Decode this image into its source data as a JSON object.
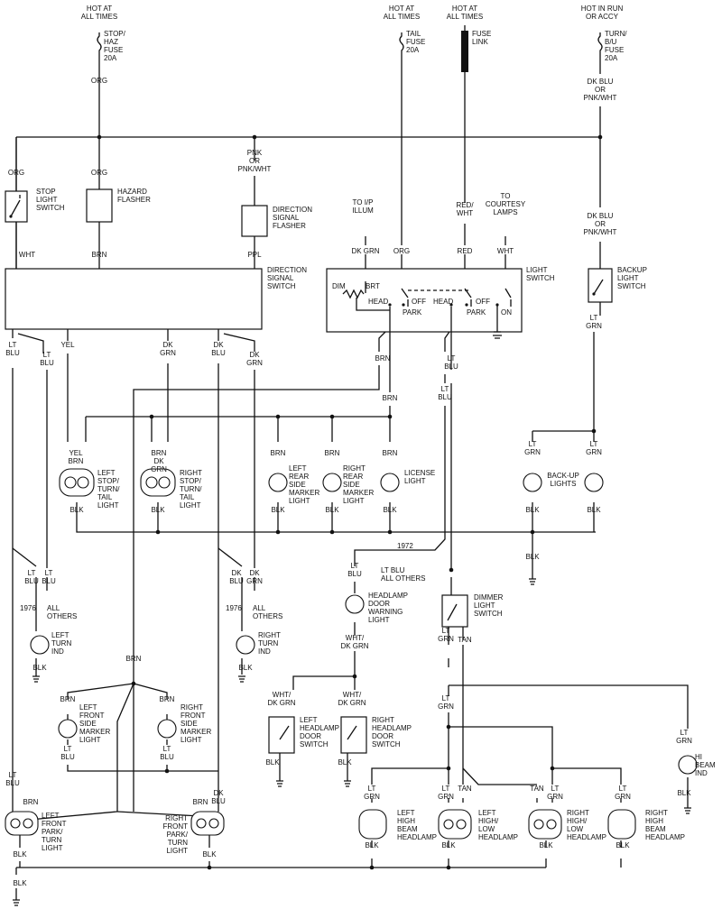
{
  "sources": {
    "hot_all_times_left": [
      "HOT AT",
      "ALL TIMES"
    ],
    "hot_all_times_tail": [
      "HOT AT",
      "ALL TIMES"
    ],
    "hot_all_times_link": [
      "HOT AT",
      "ALL TIMES"
    ],
    "hot_in_run": [
      "HOT IN RUN",
      "OR ACCY"
    ]
  },
  "fuses": {
    "stop_haz": [
      "STOP/",
      "HAZ",
      "FUSE",
      "20A"
    ],
    "tail": [
      "TAIL",
      "FUSE",
      "20A"
    ],
    "fuse_link": [
      "FUSE",
      "LINK"
    ],
    "turn_bu": [
      "TURN/",
      "B/U",
      "FUSE",
      "20A"
    ]
  },
  "components": {
    "stop_light_switch": [
      "STOP",
      "LIGHT",
      "SWITCH"
    ],
    "hazard_flasher": [
      "HAZARD",
      "FLASHER"
    ],
    "direction_signal_flasher": [
      "DIRECTION",
      "SIGNAL",
      "FLASHER"
    ],
    "direction_signal_switch": [
      "DIRECTION",
      "SIGNAL",
      "SWITCH"
    ],
    "light_switch": [
      "LIGHT",
      "SWITCH"
    ],
    "backup_light_switch": [
      "BACKUP",
      "LIGHT",
      "SWITCH"
    ],
    "to_ip_illum": [
      "TO I/P",
      "ILLUM"
    ],
    "to_courtesy": [
      "TO",
      "COURTESY",
      "LAMPS"
    ],
    "left_stop_lamp": [
      "LEFT",
      "STOP/",
      "TURN/",
      "TAIL",
      "LIGHT"
    ],
    "right_stop_lamp": [
      "RIGHT",
      "STOP/",
      "TURN/",
      "TAIL",
      "LIGHT"
    ],
    "left_rear_marker": [
      "LEFT",
      "REAR",
      "SIDE",
      "MARKER",
      "LIGHT"
    ],
    "right_rear_marker": [
      "RIGHT",
      "REAR",
      "SIDE",
      "MARKER",
      "LIGHT"
    ],
    "license_light": [
      "LICENSE",
      "LIGHT"
    ],
    "backup_lights": [
      "BACK-UP",
      "LIGHTS"
    ],
    "left_turn_ind": [
      "LEFT",
      "TURN",
      "IND"
    ],
    "right_turn_ind": [
      "RIGHT",
      "TURN",
      "IND"
    ],
    "headlamp_door_warning": [
      "HEADLAMP",
      "DOOR",
      "WARNING",
      "LIGHT"
    ],
    "dimmer_switch": [
      "DIMMER",
      "LIGHT",
      "SWITCH"
    ],
    "left_front_marker": [
      "LEFT",
      "FRONT",
      "SIDE",
      "MARKER",
      "LIGHT"
    ],
    "right_front_marker": [
      "RIGHT",
      "FRONT",
      "SIDE",
      "MARKER",
      "LIGHT"
    ],
    "left_hl_door_switch": [
      "LEFT",
      "HEADLAMP",
      "DOOR",
      "SWITCH"
    ],
    "right_hl_door_switch": [
      "RIGHT",
      "HEADLAMP",
      "DOOR",
      "SWITCH"
    ],
    "hi_beam_ind": [
      "HI",
      "BEAM",
      "IND"
    ],
    "left_front_park": [
      "LEFT",
      "FRONT",
      "PARK/",
      "TURN",
      "LIGHT"
    ],
    "right_front_park": [
      "RIGHT",
      "FRONT",
      "PARK/",
      "TURN",
      "LIGHT"
    ],
    "left_high_beam": [
      "LEFT",
      "HIGH",
      "BEAM",
      "HEADLAMP"
    ],
    "left_high_low": [
      "LEFT",
      "HIGH/",
      "LOW",
      "HEADLAMP"
    ],
    "right_high_low": [
      "RIGHT",
      "HIGH/",
      "LOW",
      "HEADLAMP"
    ],
    "right_high_beam": [
      "RIGHT",
      "HIGH",
      "BEAM",
      "HEADLAMP"
    ]
  },
  "switch_positions": {
    "dim": "DIM",
    "brt": "BRT",
    "head1": "HEAD",
    "off1": "OFF",
    "park1": "PARK",
    "head2": "HEAD",
    "off2": "OFF",
    "park2": "PARK",
    "on": "ON"
  },
  "notes": {
    "y1972": "1972",
    "lt_blu_all_others": [
      "LT BLU",
      "ALL OTHERS"
    ],
    "y1976_l": "1976",
    "all_others_l": [
      "ALL",
      "OTHERS"
    ],
    "y1976_r": "1976",
    "all_others_r": [
      "ALL",
      "OTHERS"
    ]
  },
  "wires": {
    "org1": "ORG",
    "org2": "ORG",
    "org3": "ORG",
    "org_ls": "ORG",
    "wht": "WHT",
    "brn1": "BRN",
    "pnk": [
      "PNK",
      "OR",
      "PNK/WHT"
    ],
    "ppl": "PPL",
    "dkblu_top": [
      "DK BLU",
      "OR",
      "PNK/WHT"
    ],
    "dkblu_bu": [
      "DK BLU",
      "OR",
      "PNK/WHT"
    ],
    "red_wht": [
      "RED/",
      "WHT"
    ],
    "red": "RED",
    "wht_ct": "WHT",
    "dkgrn_ip": "DK GRN",
    "ltblu1": [
      "LT",
      "BLU"
    ],
    "yel": "YEL",
    "ltblu2": [
      "LT",
      "BLU"
    ],
    "dkgrn1": [
      "DK",
      "GRN"
    ],
    "dkblu1": [
      "DK",
      "BLU"
    ],
    "dkgrn2": [
      "DK",
      "GRN"
    ],
    "ltgrn_bu": [
      "LT",
      "GRN"
    ],
    "brn_ls": "BRN",
    "ltblu_ls": [
      "LT",
      "BLU"
    ],
    "brn_bus": "BRN",
    "ltblu_bus": [
      "LT",
      "BLU"
    ],
    "yel_brn": [
      "YEL",
      "BRN"
    ],
    "brn_dkgrn": [
      "BRN",
      "DK",
      "GRN"
    ],
    "brn_lm": "BRN",
    "brn_rm": "BRN",
    "brn_lic": "BRN",
    "ltgrn_bl1": [
      "LT",
      "GRN"
    ],
    "ltgrn_bl2": [
      "LT",
      "GRN"
    ],
    "blk_lst": "BLK",
    "blk_rst": "BLK",
    "blk_lm": "BLK",
    "blk_rm": "BLK",
    "blk_lic": "BLK",
    "blk_bl1": "BLK",
    "blk_bl2": "BLK",
    "blk_bu_gnd": "BLK",
    "ltblu_l1": [
      "LT",
      "BLU"
    ],
    "ltblu_l2": [
      "LT",
      "BLU"
    ],
    "dkblu_r": [
      "DK",
      "BLU"
    ],
    "dkgrn_r": [
      "DK",
      "GRN"
    ],
    "blk_lti": "BLK",
    "blk_rti": "BLK",
    "ltblu_hdw": [
      "LT",
      "BLU"
    ],
    "wht_dkgrn": [
      "WHT/",
      "DK GRN"
    ],
    "ltgrn_dim": [
      "LT",
      "GRN"
    ],
    "tan_dim": "TAN",
    "ltgrn_dim2": [
      "LT",
      "GRN"
    ],
    "brn_front": "BRN",
    "brn_lfm": "BRN",
    "brn_rfm": "BRN",
    "ltblu_lfm": [
      "LT",
      "BLU"
    ],
    "ltblu_rfm": [
      "LT",
      "BLU"
    ],
    "wht_dkgrn_l": [
      "WHT/",
      "DK GRN"
    ],
    "wht_dkgrn_r": [
      "WHT/",
      "DK GRN"
    ],
    "blk_lsw": "BLK",
    "blk_rsw": "BLK",
    "ltgrn_hbi": [
      "LT",
      "GRN"
    ],
    "blk_hbi": "BLK",
    "ltblu_lfp": [
      "LT",
      "BLU"
    ],
    "brn_lfp": "BRN",
    "brn_rfp": "BRN",
    "dkblu_rfp": [
      "DK",
      "BLU"
    ],
    "blk_lfp": "BLK",
    "blk_lfp2": "BLK",
    "blk_rfp": "BLK",
    "ltgrn_lhb": [
      "LT",
      "GRN"
    ],
    "ltgrn_lhl": [
      "LT",
      "GRN"
    ],
    "tan_lhl": "TAN",
    "tan_rhl": "TAN",
    "ltgrn_rhl": [
      "LT",
      "GRN"
    ],
    "ltgrn_rhb": [
      "LT",
      "GRN"
    ],
    "blk_lhb": "BLK",
    "blk_lhl": "BLK",
    "blk_rhl": "BLK",
    "blk_rhb": "BLK"
  },
  "colors": {
    "ink": "#111111",
    "paper": "#ffffff"
  }
}
